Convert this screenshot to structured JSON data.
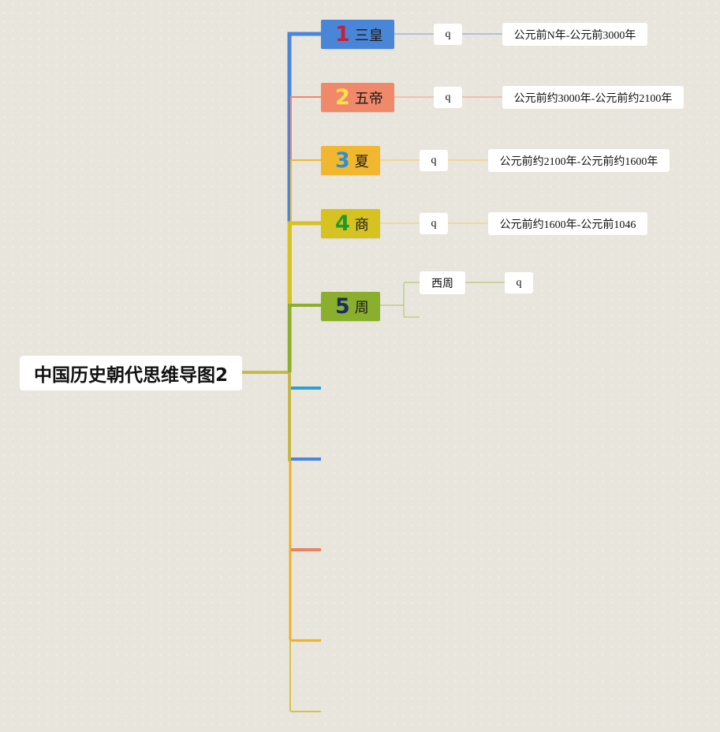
{
  "root": {
    "title": "中国历史朝代思维导图2"
  },
  "branches": [
    {
      "number": "1",
      "label": "三皇",
      "color": "#4a86d8",
      "number_color": "#c4213b"
    },
    {
      "number": "2",
      "label": "五帝",
      "color": "#f0896a",
      "number_color": "#ffe14a"
    },
    {
      "number": "3",
      "label": "夏",
      "color": "#f1b82f",
      "number_color": "#2f8fd0"
    },
    {
      "number": "4",
      "label": "商",
      "color": "#d6c221",
      "number_color": "#1f9a2a"
    },
    {
      "number": "5",
      "label": "周",
      "color": "#8aaf2c",
      "number_color": "#1c2c6a"
    }
  ],
  "leaves": {
    "sanhuang": {
      "note": "q",
      "period": "公元前N年-公元前3000年"
    },
    "wudi": {
      "note": "q",
      "period": "公元前约3000年-公元前约2100年"
    },
    "xia": {
      "note": "q",
      "period": "公元前约2100年-公元前约1600年"
    },
    "shang": {
      "note": "q",
      "period": "公元前约1600年-公元前1046"
    },
    "zhou": {
      "sub": "西周",
      "note": "q"
    }
  },
  "empty_branch_colors": [
    "#2ca0d4",
    "#4a86d8",
    "#e8845e",
    "#ecb12a",
    "#d8c24a"
  ]
}
